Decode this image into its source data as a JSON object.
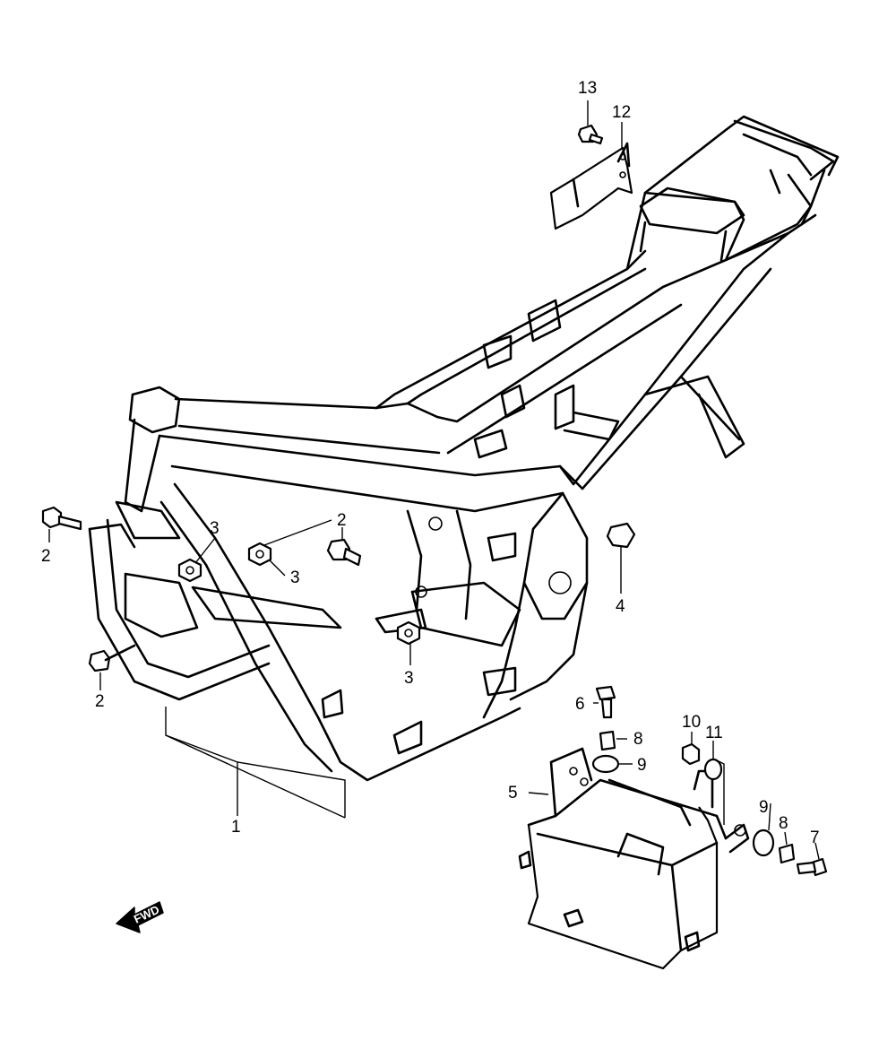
{
  "callouts": {
    "c1": "1",
    "c2a": "2",
    "c2b": "2",
    "c2c": "2",
    "c3a": "3",
    "c3b": "3",
    "c3c": "3",
    "c4": "4",
    "c5": "5",
    "c6": "6",
    "c7": "7",
    "c8a": "8",
    "c8b": "8",
    "c9a": "9",
    "c9b": "9",
    "c10": "10",
    "c11": "11",
    "c12": "12",
    "c13": "13"
  },
  "direction_arrow": {
    "label": "FWD",
    "icon": "forward-direction-arrow-icon"
  },
  "colors": {
    "ink": "#000000",
    "background": "#ffffff"
  }
}
